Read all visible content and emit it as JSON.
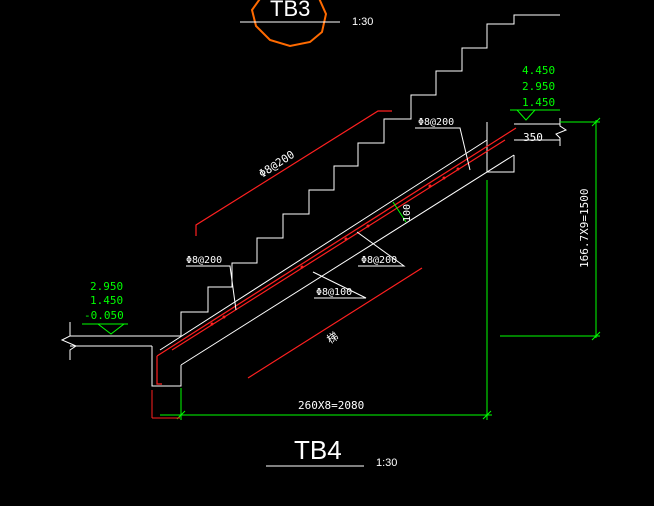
{
  "drawing": {
    "top_label": "TB3",
    "top_scale": "1:30",
    "title": "TB4",
    "scale": "1:30",
    "top_elevations": [
      "4.450",
      "2.950",
      "1.450"
    ],
    "bottom_elevations": [
      "2.950",
      "1.450",
      "-0.050"
    ],
    "landing_width": "350",
    "vertical_dim": "166.7X9=1500",
    "horizontal_dim": "260X8=2080",
    "slab_thickness": "100",
    "rebar_top_distribution": "Φ8@200",
    "rebar_top_long": "Φ8@200",
    "rebar_left_upper": "Φ8@200",
    "rebar_mid": "Φ8@200",
    "rebar_bottom": "Φ8@100",
    "bottom_note": "梯"
  },
  "colors": {
    "background": "#000000",
    "structure": "#ffffff",
    "rebar": "#ff2020",
    "dimension": "#00ff00",
    "elevation": "#00ff00",
    "tag_circle": "#ff6a00"
  }
}
